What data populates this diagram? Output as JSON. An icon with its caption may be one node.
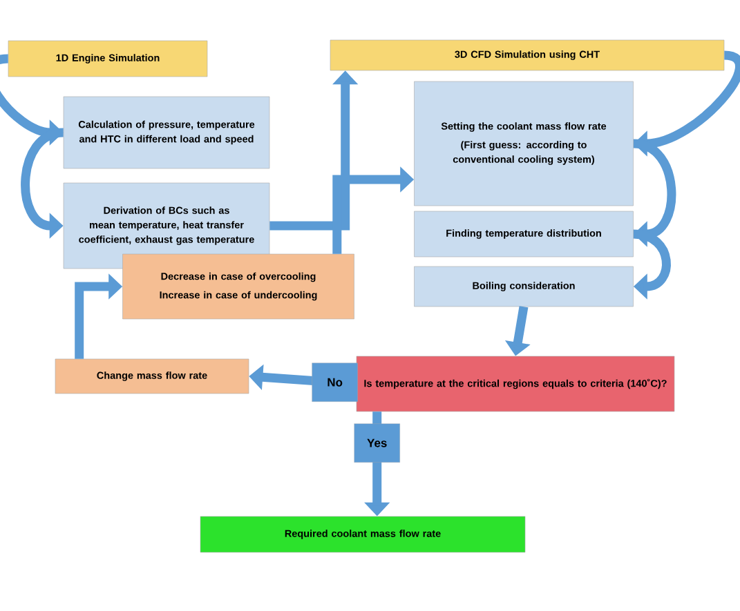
{
  "diagram": {
    "nodes": [
      {
        "text": [
          "1D Engine Simulation"
        ]
      },
      {
        "text": [
          "3D CFD Simulation using CHT"
        ]
      },
      {
        "text": [
          "Calculation of pressure, temperature and HTC in different load and speed"
        ]
      },
      {
        "text": [
          "Derivation of BCs such as mean temperature, heat transfer coefficient, exhaust gas temperature"
        ]
      },
      {
        "text": [
          "Setting the coolant mass flow rate",
          "(First guess: according to conventional cooling system)"
        ]
      },
      {
        "text": [
          "Finding temperature distribution"
        ]
      },
      {
        "text": [
          "Boiling consideration"
        ]
      },
      {
        "text": [
          "Decrease in case of overcooling",
          "Increase in case of undercooling"
        ]
      },
      {
        "text": [
          "Is temperature at the critical regions equals to criteria (140˚C)?"
        ]
      },
      {
        "text": [
          "Change mass flow rate"
        ]
      },
      {
        "text": [
          "Required coolant mass flow rate"
        ]
      }
    ],
    "edges": [
      {
        "from": 0,
        "to": 2,
        "arrow": "to"
      },
      {
        "from": 2,
        "to": 3,
        "arrow": "to"
      },
      {
        "from": 3,
        "to": 1,
        "arrow": "to"
      },
      {
        "from": 1,
        "to": 4,
        "arrow": "to"
      },
      {
        "from": 4,
        "to": 5,
        "arrow": "to"
      },
      {
        "from": 5,
        "to": 6,
        "arrow": "to"
      },
      {
        "from": 6,
        "to": 8,
        "arrow": "to"
      },
      {
        "from": 8,
        "to": 9,
        "label": "No",
        "arrow": "to"
      },
      {
        "from": 9,
        "to": 7,
        "arrow": "to"
      },
      {
        "from": 7,
        "to": 4,
        "arrow": "to"
      },
      {
        "from": 8,
        "to": 10,
        "label": "Yes",
        "arrow": "to"
      }
    ]
  }
}
